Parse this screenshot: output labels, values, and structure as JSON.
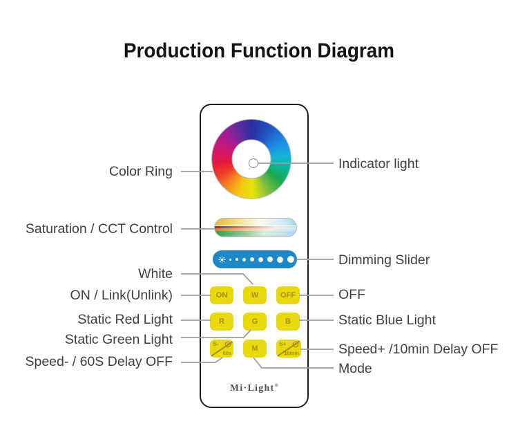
{
  "title": "Production Function Diagram",
  "callouts": {
    "color_ring": "Color Ring",
    "indicator_light": "Indicator light",
    "saturation_cct": "Saturation / CCT Control",
    "dimming_slider": "Dimming Slider",
    "white": "White",
    "on_link": "ON / Link(Unlink)",
    "off": "OFF",
    "static_red": "Static Red Light",
    "static_blue": "Static Blue Light",
    "static_green": "Static Green Light",
    "speed_minus": "Speed- / 60S Delay OFF",
    "speed_plus": "Speed+ /10min Delay OFF",
    "mode": "Mode"
  },
  "remote": {
    "buttons": {
      "on": "ON",
      "w": "W",
      "off": "OFF",
      "r": "R",
      "g": "G",
      "b": "B",
      "m": "M",
      "s_minus": {
        "label": "S-",
        "sub": "60s"
      },
      "s_plus": {
        "label": "S+",
        "sub": "10min"
      }
    },
    "logo": "Mi·Light",
    "registered": "®"
  },
  "slider": {
    "dot_sizes": [
      3,
      4,
      5,
      6,
      7,
      8,
      9,
      10
    ]
  },
  "colors": {
    "button_bg": "#e9d80b",
    "button_text": "#a38f10",
    "slider_bg": "#1e88c6",
    "connector_line": "#9c9c9c",
    "remote_border": "#1c1c1c",
    "label_text": "#3f3f3f"
  }
}
